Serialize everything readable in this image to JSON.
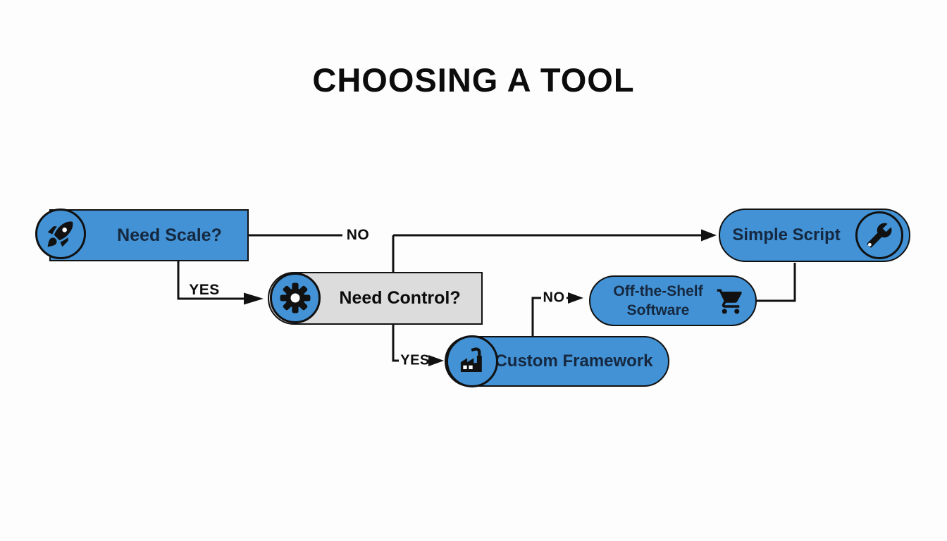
{
  "title": "CHOOSING A TOOL",
  "colors": {
    "node_fill": "#4292d5",
    "node_border": "#111111",
    "decision_gray_fill": "#dcdcdc",
    "node_text": "#16283f",
    "line": "#111111",
    "background": "#fdfdfe"
  },
  "nodes": {
    "need_scale": {
      "label": "Need Scale?",
      "icon": "rocket-icon",
      "shape": "rectangle"
    },
    "need_control": {
      "label": "Need Control?",
      "icon": "gear-icon",
      "shape": "gray-rectangle"
    },
    "simple_script": {
      "label": "Simple Script",
      "icon": "wrench-icon",
      "shape": "pill"
    },
    "off_the_shelf": {
      "label_line1": "Off-the-Shelf",
      "label_line2": "Software",
      "icon": "cart-icon",
      "shape": "pill"
    },
    "custom_framework": {
      "label": "Custom Framework",
      "icon": "factory-icon",
      "shape": "pill"
    }
  },
  "edges": {
    "scale_no": {
      "label": "NO",
      "from": "need_scale",
      "to": "simple_script"
    },
    "scale_yes": {
      "label": "YES",
      "from": "need_scale",
      "to": "need_control"
    },
    "control_no": {
      "label": "NO",
      "from": "need_control",
      "to": "off_the_shelf"
    },
    "control_yes": {
      "label": "YES",
      "from": "need_control",
      "to": "custom_framework"
    },
    "shelf_to_script": {
      "label": "",
      "from": "off_the_shelf",
      "to": "simple_script"
    }
  }
}
